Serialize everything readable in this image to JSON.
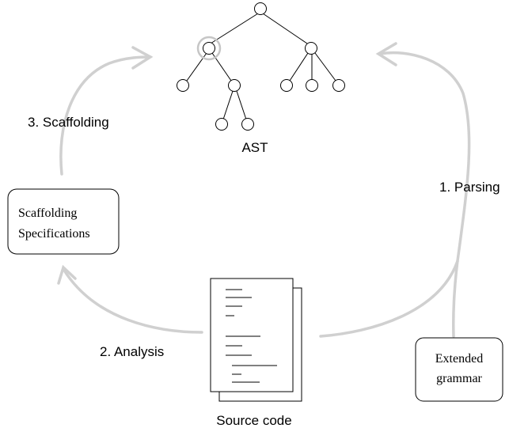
{
  "labels": {
    "ast": "AST",
    "source_code": "Source code",
    "step_parsing": "1. Parsing",
    "step_analysis": "2. Analysis",
    "step_scaffolding": "3. Scaffolding"
  },
  "boxes": {
    "scaffolding_spec": {
      "line1": "Scaffolding",
      "line2": "Specifications"
    },
    "extended_grammar": {
      "line1": "Extended",
      "line2": "grammar"
    }
  },
  "colors": {
    "arrow": "#d0d0d0",
    "highlight_ring": "#c6c6c6",
    "ink": "#000000"
  }
}
